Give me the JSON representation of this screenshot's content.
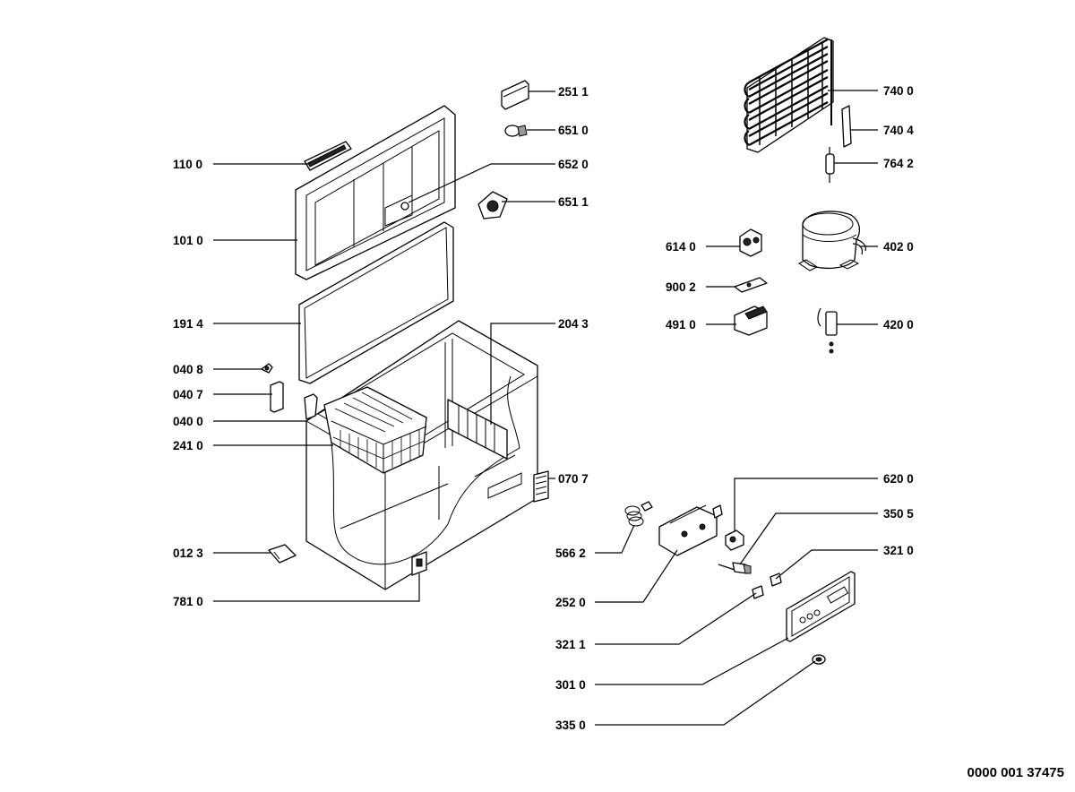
{
  "labels": {
    "l_251_1": "251 1",
    "l_651_0": "651 0",
    "l_110_0": "110 0",
    "l_652_0": "652 0",
    "l_651_1": "651 1",
    "l_101_0": "101 0",
    "l_191_4": "191 4",
    "l_204_3": "204 3",
    "l_040_8": "040 8",
    "l_040_7": "040 7",
    "l_040_0": "040 0",
    "l_241_0": "241 0",
    "l_070_7": "070 7",
    "l_012_3": "012 3",
    "l_781_0": "781 0",
    "l_740_0": "740 0",
    "l_740_4": "740 4",
    "l_764_2": "764 2",
    "l_614_0": "614 0",
    "l_402_0": "402 0",
    "l_900_2": "900 2",
    "l_491_0": "491 0",
    "l_420_0": "420 0",
    "l_620_0": "620 0",
    "l_350_5": "350 5",
    "l_321_0": "321 0",
    "l_566_2": "566 2",
    "l_252_0": "252 0",
    "l_321_1": "321 1",
    "l_301_0": "301 0",
    "l_335_0": "335 0"
  },
  "document_number": "0000 001 37475"
}
